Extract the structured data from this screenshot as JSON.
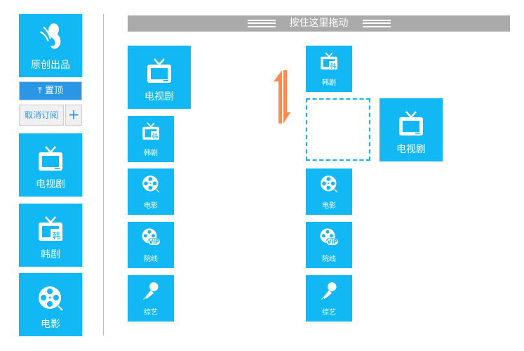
{
  "header": {
    "title": "按住这里拖动"
  },
  "sidebar": {
    "original": {
      "label": "原创出品",
      "icon": "butterfly-logo-icon"
    },
    "pin_label": "置顶",
    "unsubscribe_label": "取消订阅",
    "add_label": "+",
    "tiles": [
      {
        "label": "电视剧",
        "icon": "tv-icon"
      },
      {
        "label": "韩剧",
        "icon": "korean-tv-icon"
      },
      {
        "label": "电影",
        "icon": "film-reel-icon"
      }
    ]
  },
  "left_column": {
    "featured": {
      "label": "电视剧",
      "icon": "tv-icon"
    },
    "items": [
      {
        "label": "韩剧",
        "icon": "korean-tv-icon"
      },
      {
        "label": "电影",
        "icon": "film-reel-icon"
      },
      {
        "label": "院线",
        "icon": "vip-film-icon"
      },
      {
        "label": "综艺",
        "icon": "microphone-icon"
      }
    ]
  },
  "right_column": {
    "items": [
      {
        "label": "韩剧",
        "icon": "korean-tv-icon"
      },
      {
        "label": "电影",
        "icon": "film-reel-icon"
      },
      {
        "label": "院线",
        "icon": "vip-film-icon"
      },
      {
        "label": "综艺",
        "icon": "microphone-icon"
      }
    ],
    "dragging": {
      "label": "电视剧",
      "icon": "tv-icon"
    }
  },
  "colors": {
    "tile": "#12b8f3",
    "pin": "#2a96e6",
    "arrow": "#ff8a50",
    "header": "#aaaaaa"
  }
}
